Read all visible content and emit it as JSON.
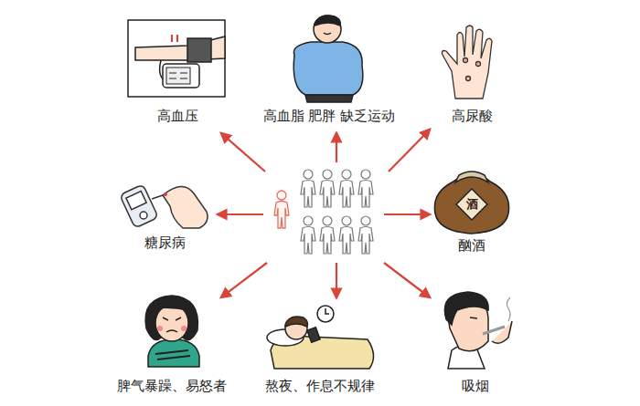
{
  "diagram": {
    "labels": [
      "高血压",
      "高血脂 肥胖 缺乏运动",
      "高尿酸",
      "糖尿病",
      "酗酒",
      "脾气暴躁、易怒者",
      "熬夜、作息不规律",
      "吸烟",
      "酒"
    ]
  }
}
